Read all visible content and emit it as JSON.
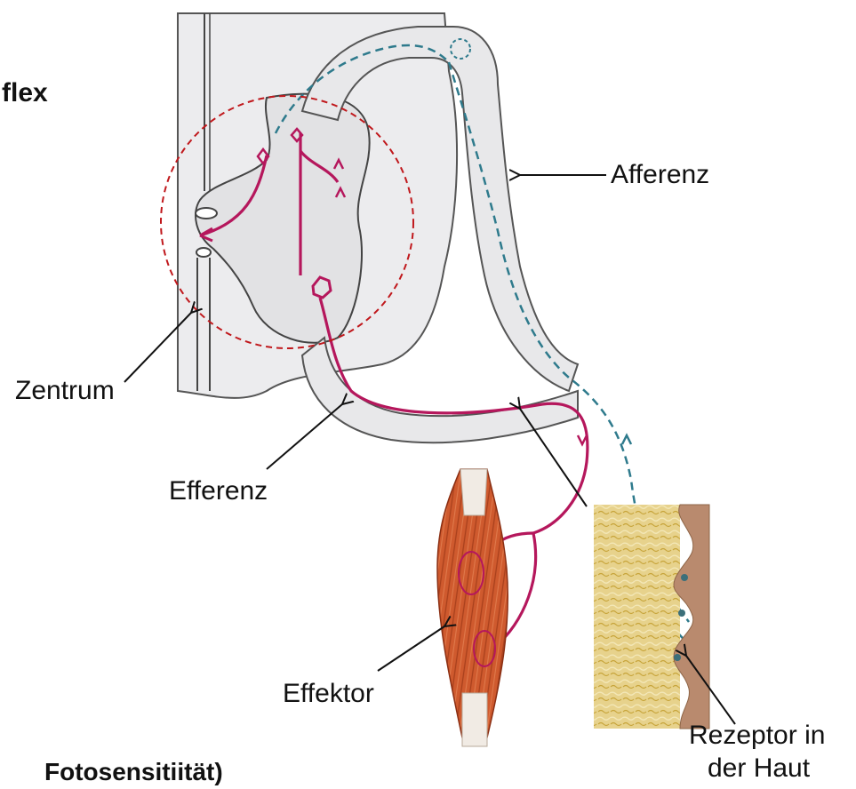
{
  "heading": {
    "line1": "greflex",
    "line2": "flex",
    "footer": "Fotosensitiität)"
  },
  "labels": {
    "afferenz": "Afferenz",
    "zentrum": "Zentrum",
    "efferenz": "Efferenz",
    "effektor": "Effektor",
    "rezeptor_line1": "Rezeptor in",
    "rezeptor_line2": "der Haut"
  },
  "colors": {
    "efferent_nerve": "#b5175c",
    "afferent_nerve": "#2e7a8c",
    "center_circle": "#c0181c",
    "spinal_fill": "#e9e9eb",
    "muscle": "#c8522a",
    "skin_fat": "#e8d48a",
    "epidermis": "#b98a6e"
  }
}
